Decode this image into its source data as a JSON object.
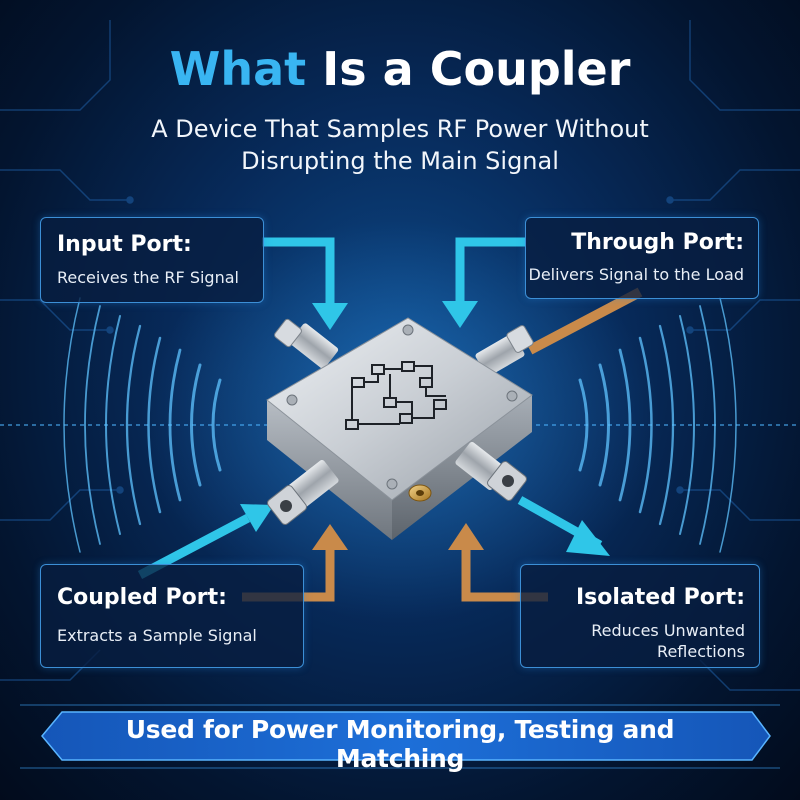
{
  "title": {
    "accent": "What",
    "rest": " Is a Coupler"
  },
  "subtitle": {
    "line1": "A Device That Samples RF Power Without",
    "line2": "Disrupting the Main Signal"
  },
  "ports": {
    "input": {
      "name": "Input Port:",
      "desc": "Receives the RF Signal"
    },
    "through": {
      "name": "Through Port:",
      "desc": "Delivers Signal to the Load"
    },
    "coupled": {
      "name": "Coupled Port:",
      "desc": "Extracts a Sample Signal"
    },
    "isolated": {
      "name": "Isolated Port:",
      "desc_line1": "Reduces Unwanted",
      "desc_line2": "Reflections"
    }
  },
  "banner": {
    "text": "Used for Power Monitoring, Testing and Matching"
  },
  "colors": {
    "cyan": "#2fc6e8",
    "orange": "#c98a4a",
    "title_accent": "#39b5f2",
    "box_border": "#3c8fd6"
  },
  "icons": [
    "coupler-device-icon",
    "circuit-schematic-icon",
    "sma-connector-icon",
    "signal-wave-icon",
    "arrow-icon"
  ]
}
